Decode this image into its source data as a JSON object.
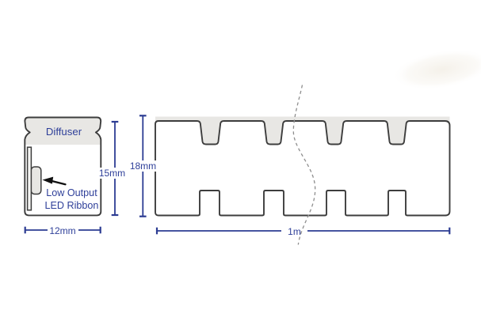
{
  "diagram": {
    "cross_section": {
      "diffuser_label": "Diffuser",
      "ribbon_label_line1": "Low Output",
      "ribbon_label_line2": "LED Ribbon",
      "width_dimension": "12mm",
      "height_dimension": "15mm"
    },
    "side_view": {
      "height_dimension": "18mm",
      "length_dimension": "1m"
    },
    "colors": {
      "annotation_navy": "#2e3f99",
      "dimension_line_navy": "#2c3c93",
      "outline_dark": "#3d3d3d",
      "diffuser_gray": "#e8e7e4",
      "break_line_gray": "#8e8e8e"
    }
  }
}
